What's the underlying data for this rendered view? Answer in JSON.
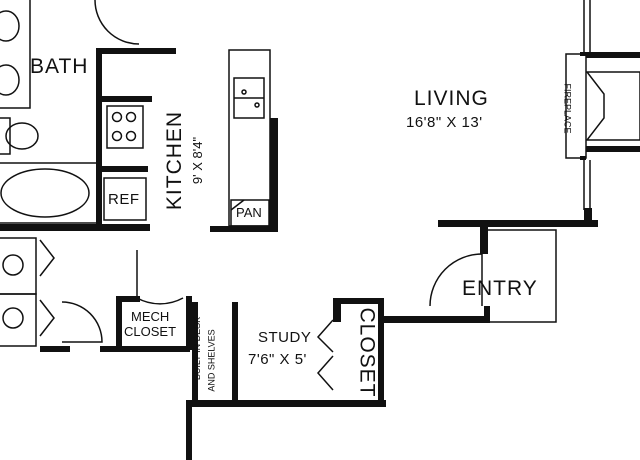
{
  "rooms": {
    "living": {
      "name": "LIVING",
      "dimensions": "16'8\" X 13'"
    },
    "kitchen": {
      "name": "KITCHEN",
      "dimensions": "9' X 8'4\""
    },
    "bath": {
      "name": "BATH"
    },
    "study": {
      "name": "STUDY",
      "dimensions": "7'6\" X 5'"
    },
    "entry": {
      "name": "ENTRY"
    },
    "closet": {
      "name": "CLOSET"
    },
    "mech_closet": {
      "line1": "MECH",
      "line2": "CLOSET"
    },
    "fireplace": {
      "name": "FIREPLACE"
    },
    "built_in": {
      "line1": "BUILT-IN DESK",
      "line2": "AND SHELVES"
    },
    "ref": {
      "name": "REF"
    },
    "pan": {
      "name": "PAN"
    }
  },
  "colors": {
    "wall": "#111111",
    "background": "#ffffff"
  }
}
